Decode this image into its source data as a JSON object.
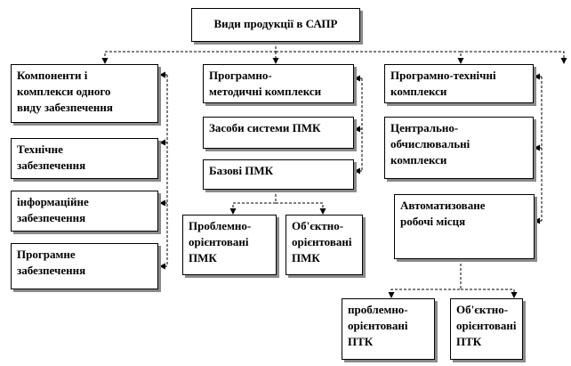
{
  "root": "Види продукції в САПР",
  "left_column": [
    "Компоненти і\nкомплекси одного\nвиду забезпечення",
    "Технічне\nзабезпечення",
    "інформаційне\nзабезпечення",
    "Програмне\nзабезпечення"
  ],
  "middle_column": [
    "Програмно-\nметодичні комплекси",
    "Засоби системи ПМК",
    "Базові ПМК"
  ],
  "middle_children": [
    "Проблемно-\nорієнтовані\nПМК",
    "Об'єктно-\nорієнтовані\nПМК"
  ],
  "right_column": [
    "Програмно-технічні\nкомплекси",
    "Центрально-\nобчислювальні\nкомплекси",
    "Автоматизоване\nробочі місця"
  ],
  "right_children": [
    "проблемно-\nорієнтовані\nПТК",
    "Об'єктно-\nорієнтовані\nПТК"
  ]
}
